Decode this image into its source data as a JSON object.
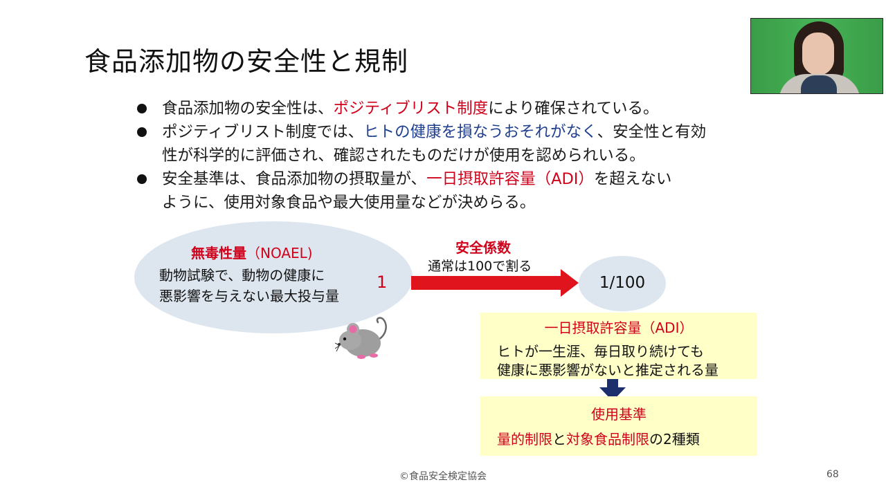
{
  "slide": {
    "title": "食品添加物の安全性と規制",
    "bullets": [
      {
        "segments": [
          {
            "text": "食品添加物の安全性は、",
            "style": ""
          },
          {
            "text": "ポジティブリスト制度",
            "style": "red"
          },
          {
            "text": "により確保されている。",
            "style": ""
          }
        ]
      },
      {
        "segments": [
          {
            "text": "ポジティブリスト制度では、",
            "style": ""
          },
          {
            "text": "ヒトの健康を損なうおそれがなく",
            "style": "blue"
          },
          {
            "text": "、安全性と有効",
            "style": ""
          }
        ],
        "continuation": "性が科学的に評価され、確認されたものだけが使用を認められいる。"
      },
      {
        "segments": [
          {
            "text": "安全基準は、食品添加物の摂取量が、",
            "style": ""
          },
          {
            "text": "一日摂取許容量（ADI）",
            "style": "red"
          },
          {
            "text": "を超えない",
            "style": ""
          }
        ],
        "continuation": "ように、使用対象食品や最大使用量などが決めらる。"
      }
    ]
  },
  "diagram": {
    "noael": {
      "title": "無毒性量",
      "title_suffix": "（NOAEL)",
      "line1": "動物試験で、動物の健康に",
      "line2": "悪影響を与えない最大投与量",
      "value": "1"
    },
    "safety_factor": {
      "title": "安全係数",
      "subtitle": "通常は100で割る"
    },
    "ratio": "1/100",
    "adi_box": {
      "title": "一日摂取許容量（ADI）",
      "line1": "ヒトが一生涯、毎日取り続けても",
      "line2": "健康に悪影響がないと推定される量"
    },
    "standard_box": {
      "title": "使用基準",
      "part1": "量的制限",
      "part2": "と",
      "part3": "対象食品制限",
      "part4": "の2種類"
    },
    "icons": {
      "animal": "mouse-icon"
    }
  },
  "footer": {
    "copyright": "©食品安全検定協会",
    "page_number": "68"
  },
  "colors": {
    "accent_red": "#d0021b",
    "accent_blue": "#1f3f8f",
    "ellipse_fill": "#dde6ef",
    "box_fill": "#ffffc8",
    "down_arrow": "#1a2f6b"
  }
}
